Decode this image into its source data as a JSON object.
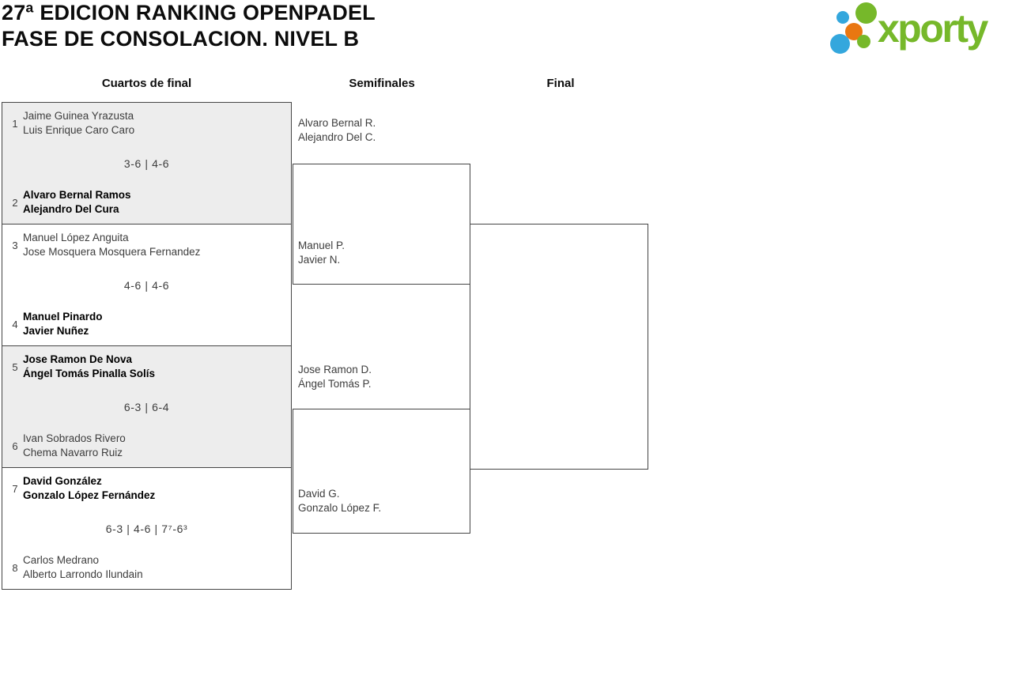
{
  "title": {
    "line1": "27ª EDICION RANKING OPENPADEL",
    "line2": "FASE DE CONSOLACION. NIVEL B"
  },
  "logo": {
    "text": "xporty",
    "green": "#76b82a",
    "blue": "#34a7dd",
    "orange": "#e97711"
  },
  "rounds": {
    "quarterfinals_label": "Cuartos de final",
    "semifinals_label": "Semifinales",
    "final_label": "Final"
  },
  "quarterfinals": [
    {
      "top": {
        "seed": "1",
        "players": [
          "Jaime Guinea Yrazusta",
          "Luis Enrique Caro Caro"
        ]
      },
      "score": "3-6 | 4-6",
      "bottom": {
        "seed": "2",
        "players": [
          "Alvaro Bernal Ramos",
          "Alejandro Del Cura"
        ]
      },
      "winner": "bottom"
    },
    {
      "top": {
        "seed": "3",
        "players": [
          "Manuel López Anguita",
          "Jose Mosquera Mosquera Fernandez"
        ]
      },
      "score": "4-6 | 4-6",
      "bottom": {
        "seed": "4",
        "players": [
          "Manuel Pinardo",
          "Javier Nuñez"
        ]
      },
      "winner": "bottom"
    },
    {
      "top": {
        "seed": "5",
        "players": [
          "Jose Ramon De Nova",
          "Ángel Tomás Pinalla Solís"
        ]
      },
      "score": "6-3 | 6-4",
      "bottom": {
        "seed": "6",
        "players": [
          "Ivan Sobrados Rivero",
          "Chema Navarro Ruiz"
        ]
      },
      "winner": "top"
    },
    {
      "top": {
        "seed": "7",
        "players": [
          "David González",
          "Gonzalo López Fernández"
        ]
      },
      "score": "6-3 | 4-6 | 7⁷-6³",
      "bottom": {
        "seed": "8",
        "players": [
          "Carlos Medrano",
          "Alberto Larrondo Ilundain"
        ]
      },
      "winner": "top"
    }
  ],
  "semifinals": [
    {
      "top": [
        "Alvaro Bernal R.",
        "Alejandro Del C."
      ],
      "bottom": [
        "Manuel P.",
        "Javier N."
      ]
    },
    {
      "top": [
        "Jose Ramon D.",
        "Ángel Tomás P."
      ],
      "bottom": [
        "David G.",
        "Gonzalo López F."
      ]
    }
  ],
  "final": {
    "winner": ""
  },
  "colors": {
    "shaded_row": "#ededed",
    "border": "#454545",
    "text_normal": "#3d3d3d",
    "text_winner": "#000000"
  }
}
